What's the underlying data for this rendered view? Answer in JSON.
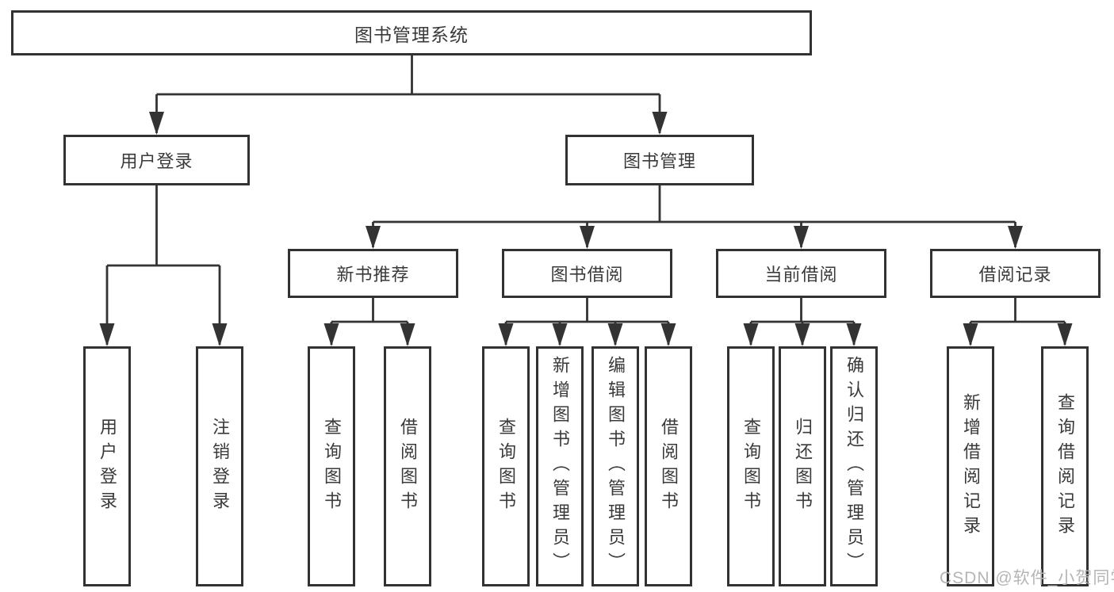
{
  "diagram": {
    "type": "tree",
    "orientation": "top-down",
    "tree": {
      "label": "图书管理系统",
      "children": [
        {
          "label": "用户登录",
          "children": [
            {
              "label": "用户登录"
            },
            {
              "label": "注销登录"
            }
          ]
        },
        {
          "label": "图书管理",
          "children": [
            {
              "label": "新书推荐",
              "children": [
                {
                  "label": "查询图书"
                },
                {
                  "label": "借阅图书"
                }
              ]
            },
            {
              "label": "图书借阅",
              "children": [
                {
                  "label": "查询图书"
                },
                {
                  "label": "新增图书（管理员）"
                },
                {
                  "label": "编辑图书（管理员）"
                },
                {
                  "label": "借阅图书"
                }
              ]
            },
            {
              "label": "当前借阅",
              "children": [
                {
                  "label": "查询图书"
                },
                {
                  "label": "归还图书"
                },
                {
                  "label": "确认归还（管理员）"
                }
              ]
            },
            {
              "label": "借阅记录",
              "children": [
                {
                  "label": "新增借阅记录"
                },
                {
                  "label": "查询借阅记录"
                }
              ]
            }
          ]
        }
      ]
    },
    "colors": {
      "line": "#333333",
      "box_border": "#323232",
      "box_fill": "#ffffff",
      "text": "#3a3a3a",
      "background": "#ffffff",
      "watermark": "#b5b5b5"
    }
  },
  "watermark": {
    "text": "CSDN @软件_小贺同学"
  }
}
